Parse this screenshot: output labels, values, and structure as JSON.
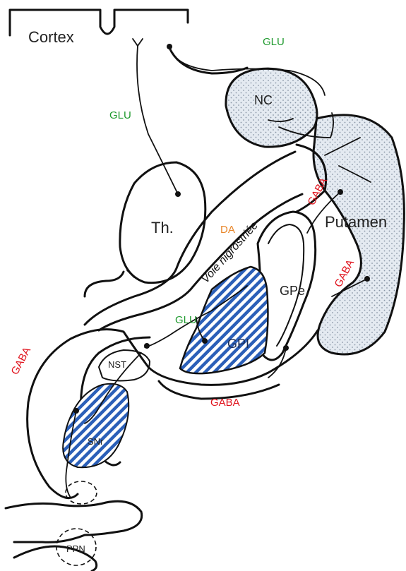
{
  "structures": {
    "cortex": "Cortex",
    "nc": "NC",
    "putamen": "Putamen",
    "thalamus": "Th.",
    "gpe": "GPe",
    "gpi": "GPI",
    "nst": "NST",
    "snr": "SNr",
    "ppn": "PPN"
  },
  "pathways": {
    "nigrostriatal": "Voie nigrostriée"
  },
  "transmitters": {
    "glu_cortex_striatum": "GLU",
    "glu_thalamus_cortex": "GLU",
    "glu_nst_gpi": "GLU",
    "da": "DA",
    "gaba_striatum_upper": "GABA",
    "gaba_striatum_lower": "GABA",
    "gaba_bottom": "GABA",
    "gaba_snr_ppn": "GABA"
  },
  "colors": {
    "glu": "#1f9a2e",
    "gaba": "#e0121c",
    "da": "#e8862a",
    "hatch": "#2b5fb8",
    "stipple": "#dfe6ee"
  }
}
